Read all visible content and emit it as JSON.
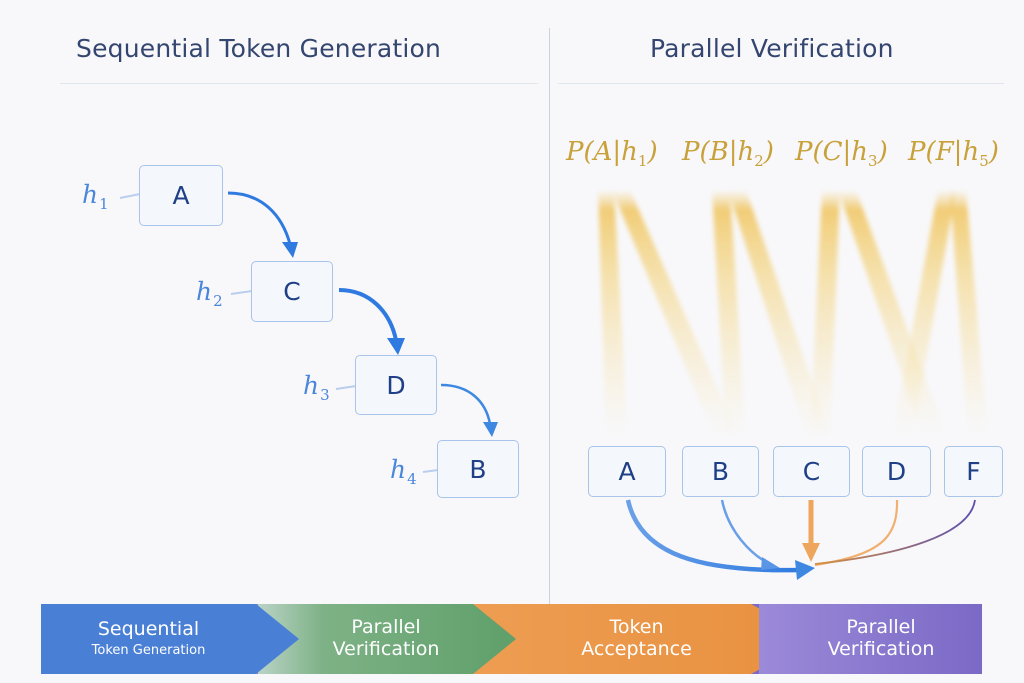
{
  "left_panel": {
    "title": "Sequential Token Generation",
    "steps": [
      {
        "hidden": "h",
        "index": "1",
        "token": "A"
      },
      {
        "hidden": "h",
        "index": "2",
        "token": "C"
      },
      {
        "hidden": "h",
        "index": "3",
        "token": "D"
      },
      {
        "hidden": "h",
        "index": "4",
        "token": "B"
      }
    ]
  },
  "right_panel": {
    "title": "Parallel Verification",
    "probabilities": [
      {
        "prefix": "P(A|h",
        "index": "1",
        "suffix": ")"
      },
      {
        "prefix": "P(B|h",
        "index": "2",
        "suffix": ")"
      },
      {
        "prefix": "P(C|h",
        "index": "3",
        "suffix": ")"
      },
      {
        "prefix": "P(F|h",
        "index": "5",
        "suffix": ")"
      }
    ],
    "tokens": [
      "A",
      "B",
      "C",
      "D",
      "F"
    ],
    "accepted_token": "C"
  },
  "pipeline": [
    {
      "line1": "Sequential",
      "line2": "Token Generation",
      "color": "#4a7fd6"
    },
    {
      "line1": "Parallel",
      "line2": "Verification",
      "color": "#6aa872"
    },
    {
      "line1": "Token",
      "line2": "Acceptance",
      "color": "#ea9a4e"
    },
    {
      "line1": "Parallel",
      "line2": "Verification",
      "color": "#8874cf"
    }
  ],
  "colors": {
    "title": "#34466f",
    "hidden_state": "#4a86da",
    "probability": "#c9a13b",
    "token_text": "#1f3f86",
    "arrow_blue": "#2f7ae0",
    "arrow_orange": "#eea55c",
    "arrow_purple": "#6a5bb8"
  }
}
